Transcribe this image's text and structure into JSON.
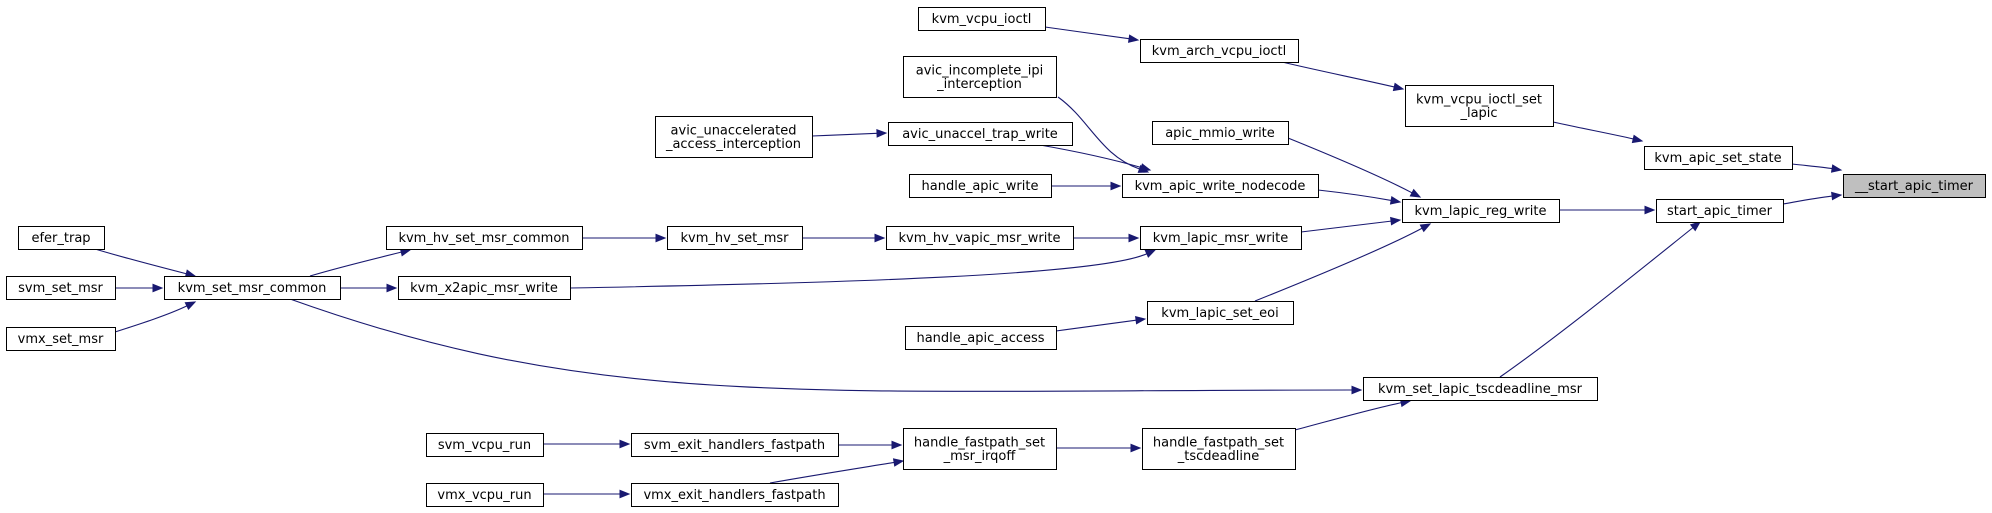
{
  "diagram": {
    "type": "call-graph",
    "colors": {
      "edge": "#191970",
      "node_border": "#000000",
      "node_fill": "#ffffff",
      "root_fill": "#bfbfbf"
    },
    "nodes": [
      {
        "id": "start_apic_timer_impl",
        "lines": [
          "__start_apic_timer"
        ],
        "root": true
      },
      {
        "id": "kvm_apic_set_state",
        "lines": [
          "kvm_apic_set_state"
        ]
      },
      {
        "id": "start_apic_timer",
        "lines": [
          "start_apic_timer"
        ]
      },
      {
        "id": "kvm_vcpu_ioctl_set_lapic",
        "lines": [
          "kvm_vcpu_ioctl_set",
          "_lapic"
        ]
      },
      {
        "id": "kvm_arch_vcpu_ioctl",
        "lines": [
          "kvm_arch_vcpu_ioctl"
        ]
      },
      {
        "id": "kvm_vcpu_ioctl",
        "lines": [
          "kvm_vcpu_ioctl"
        ]
      },
      {
        "id": "kvm_lapic_reg_write",
        "lines": [
          "kvm_lapic_reg_write"
        ]
      },
      {
        "id": "kvm_set_lapic_tscdeadline_msr",
        "lines": [
          "kvm_set_lapic_tscdeadline_msr"
        ]
      },
      {
        "id": "apic_mmio_write",
        "lines": [
          "apic_mmio_write"
        ]
      },
      {
        "id": "kvm_apic_write_nodecode",
        "lines": [
          "kvm_apic_write_nodecode"
        ]
      },
      {
        "id": "kvm_lapic_msr_write",
        "lines": [
          "kvm_lapic_msr_write"
        ]
      },
      {
        "id": "kvm_lapic_set_eoi",
        "lines": [
          "kvm_lapic_set_eoi"
        ]
      },
      {
        "id": "avic_incomplete_ipi_interception",
        "lines": [
          "avic_incomplete_ipi",
          "_interception"
        ]
      },
      {
        "id": "avic_unaccel_trap_write",
        "lines": [
          "avic_unaccel_trap_write"
        ]
      },
      {
        "id": "handle_apic_write",
        "lines": [
          "handle_apic_write"
        ]
      },
      {
        "id": "avic_unaccelerated_access_interception",
        "lines": [
          "avic_unaccelerated",
          "_access_interception"
        ]
      },
      {
        "id": "kvm_hv_vapic_msr_write",
        "lines": [
          "kvm_hv_vapic_msr_write"
        ]
      },
      {
        "id": "kvm_x2apic_msr_write",
        "lines": [
          "kvm_x2apic_msr_write"
        ]
      },
      {
        "id": "kvm_hv_set_msr",
        "lines": [
          "kvm_hv_set_msr"
        ]
      },
      {
        "id": "kvm_hv_set_msr_common",
        "lines": [
          "kvm_hv_set_msr_common"
        ]
      },
      {
        "id": "kvm_set_msr_common",
        "lines": [
          "kvm_set_msr_common"
        ]
      },
      {
        "id": "efer_trap",
        "lines": [
          "efer_trap"
        ]
      },
      {
        "id": "svm_set_msr",
        "lines": [
          "svm_set_msr"
        ]
      },
      {
        "id": "vmx_set_msr",
        "lines": [
          "vmx_set_msr"
        ]
      },
      {
        "id": "handle_apic_access",
        "lines": [
          "handle_apic_access"
        ]
      },
      {
        "id": "handle_fastpath_set_tscdeadline",
        "lines": [
          "handle_fastpath_set",
          "_tscdeadline"
        ]
      },
      {
        "id": "handle_fastpath_set_msr_irqoff",
        "lines": [
          "handle_fastpath_set",
          "_msr_irqoff"
        ]
      },
      {
        "id": "svm_exit_handlers_fastpath",
        "lines": [
          "svm_exit_handlers_fastpath"
        ]
      },
      {
        "id": "vmx_exit_handlers_fastpath",
        "lines": [
          "vmx_exit_handlers_fastpath"
        ]
      },
      {
        "id": "svm_vcpu_run",
        "lines": [
          "svm_vcpu_run"
        ]
      },
      {
        "id": "vmx_vcpu_run",
        "lines": [
          "vmx_vcpu_run"
        ]
      }
    ],
    "edges": [
      {
        "from": "kvm_apic_set_state",
        "to": "start_apic_timer_impl"
      },
      {
        "from": "start_apic_timer",
        "to": "start_apic_timer_impl"
      },
      {
        "from": "kvm_vcpu_ioctl_set_lapic",
        "to": "kvm_apic_set_state"
      },
      {
        "from": "kvm_arch_vcpu_ioctl",
        "to": "kvm_vcpu_ioctl_set_lapic"
      },
      {
        "from": "kvm_vcpu_ioctl",
        "to": "kvm_arch_vcpu_ioctl"
      },
      {
        "from": "kvm_lapic_reg_write",
        "to": "start_apic_timer"
      },
      {
        "from": "kvm_set_lapic_tscdeadline_msr",
        "to": "start_apic_timer"
      },
      {
        "from": "apic_mmio_write",
        "to": "kvm_lapic_reg_write"
      },
      {
        "from": "kvm_apic_write_nodecode",
        "to": "kvm_lapic_reg_write"
      },
      {
        "from": "kvm_lapic_msr_write",
        "to": "kvm_lapic_reg_write"
      },
      {
        "from": "kvm_lapic_set_eoi",
        "to": "kvm_lapic_reg_write"
      },
      {
        "from": "avic_incomplete_ipi_interception",
        "to": "kvm_apic_write_nodecode"
      },
      {
        "from": "avic_unaccel_trap_write",
        "to": "kvm_apic_write_nodecode"
      },
      {
        "from": "handle_apic_write",
        "to": "kvm_apic_write_nodecode"
      },
      {
        "from": "avic_unaccelerated_access_interception",
        "to": "avic_unaccel_trap_write"
      },
      {
        "from": "kvm_hv_vapic_msr_write",
        "to": "kvm_lapic_msr_write"
      },
      {
        "from": "kvm_x2apic_msr_write",
        "to": "kvm_lapic_msr_write"
      },
      {
        "from": "kvm_hv_set_msr",
        "to": "kvm_hv_vapic_msr_write"
      },
      {
        "from": "kvm_hv_set_msr_common",
        "to": "kvm_hv_set_msr"
      },
      {
        "from": "kvm_set_msr_common",
        "to": "kvm_hv_set_msr_common"
      },
      {
        "from": "kvm_set_msr_common",
        "to": "kvm_x2apic_msr_write"
      },
      {
        "from": "kvm_set_msr_common",
        "to": "kvm_set_lapic_tscdeadline_msr"
      },
      {
        "from": "efer_trap",
        "to": "kvm_set_msr_common"
      },
      {
        "from": "svm_set_msr",
        "to": "kvm_set_msr_common"
      },
      {
        "from": "vmx_set_msr",
        "to": "kvm_set_msr_common"
      },
      {
        "from": "handle_apic_access",
        "to": "kvm_lapic_set_eoi"
      },
      {
        "from": "handle_fastpath_set_tscdeadline",
        "to": "kvm_set_lapic_tscdeadline_msr"
      },
      {
        "from": "handle_fastpath_set_msr_irqoff",
        "to": "handle_fastpath_set_tscdeadline"
      },
      {
        "from": "svm_exit_handlers_fastpath",
        "to": "handle_fastpath_set_msr_irqoff"
      },
      {
        "from": "vmx_exit_handlers_fastpath",
        "to": "handle_fastpath_set_msr_irqoff"
      },
      {
        "from": "svm_vcpu_run",
        "to": "svm_exit_handlers_fastpath"
      },
      {
        "from": "vmx_vcpu_run",
        "to": "vmx_exit_handlers_fastpath"
      }
    ]
  }
}
